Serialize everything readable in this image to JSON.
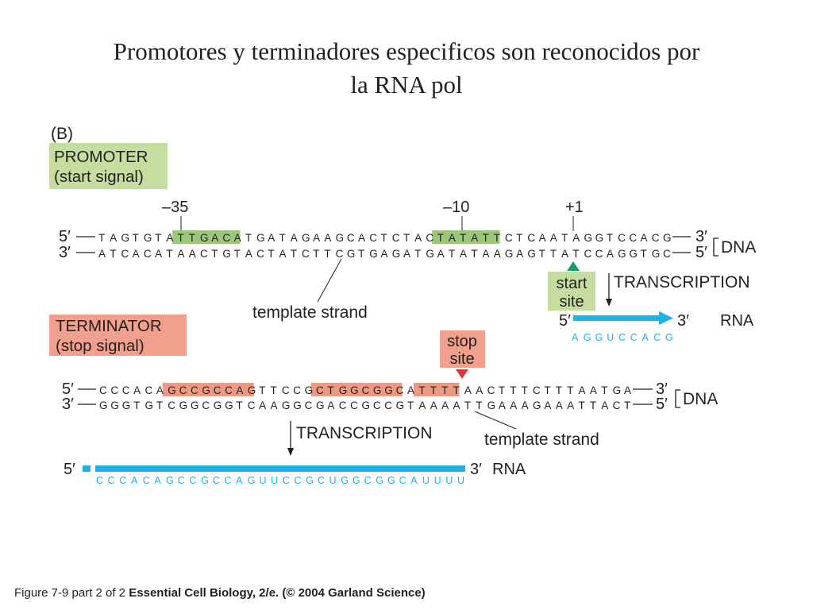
{
  "slide": {
    "title_line1": "Promotores y terminadores especificos son reconocidos por",
    "title_line2": "la RNA pol"
  },
  "figure": {
    "panel_label": "(B)",
    "promoter": {
      "label_line1": "PROMOTER",
      "label_line2": "(start signal)",
      "pos_minus35": "–35",
      "pos_minus10": "–10",
      "pos_plus1": "+1",
      "top_strand": "TAGTGTATTGACATGATAGAAGCACTCTACTATATTCTCAATAGGTCCACG",
      "bottom_strand": "ATCACATAACTGTACTATCTTCGTGAGATGATATAAGAGTTATCCAGGTGC",
      "highlights": [
        [
          7,
          13
        ],
        [
          30,
          36
        ]
      ],
      "top_5prime": "5′",
      "top_3prime": "3′",
      "bottom_3prime": "3′",
      "bottom_5prime": "5′",
      "dna_label": "DNA",
      "template_label": "template strand",
      "start_site_line1": "start",
      "start_site_line2": "site",
      "transcription_label": "TRANSCRIPTION",
      "rna_5prime": "5′",
      "rna_3prime": "3′",
      "rna_label": "RNA",
      "rna_sequence": "AGGUCCACG"
    },
    "terminator": {
      "label_line1": "TERMINATOR",
      "label_line2": "(stop signal)",
      "stop_site_line1": "stop",
      "stop_site_line2": "site",
      "top_strand": "CCCACAGCCGCCAGTTCCGCTGGCGGCATTTTAACTTTCTTTAATGA",
      "bottom_strand": "GGGTGTCGGCGGTCAAGGCGACCGCCGTAAAATTGAAAGAAATTACT",
      "highlights": [
        [
          6,
          14
        ],
        [
          19,
          27
        ],
        [
          28,
          32
        ]
      ],
      "top_5prime": "5′",
      "top_3prime": "3′",
      "bottom_3prime": "3′",
      "bottom_5prime": "5′",
      "dna_label": "DNA",
      "template_label": "template strand",
      "transcription_label": "TRANSCRIPTION",
      "rna_5prime": "5′",
      "rna_3prime": "3′",
      "rna_label": "RNA",
      "rna_sequence": "CCCACAGCCGCCAGUUCCGCUGGCGGCAUUUU"
    },
    "colors": {
      "promoter_green": "#9cc77a",
      "promoter_label_bg": "#c5de9f",
      "terminator_salmon": "#ec9a84",
      "terminator_label_bg": "#f0a08c",
      "start_arrow": "#199b72",
      "stop_arrow": "#e2353a",
      "rna_blue": "#1fb2e8",
      "text": "#231f20"
    }
  },
  "caption": {
    "figure_ref": "Figure 7-9 part 2 of 2",
    "source": "Essential Cell Biology, 2/e. (© 2004 Garland Science)"
  }
}
